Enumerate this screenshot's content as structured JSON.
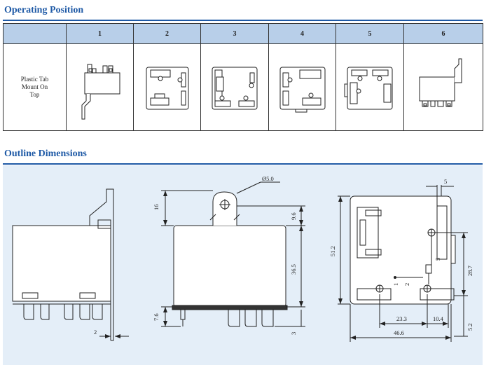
{
  "operating_position": {
    "title": "Operating Position",
    "columns": [
      "",
      "1",
      "2",
      "3",
      "4",
      "5",
      "6"
    ],
    "row_label": [
      "Plastic Tab",
      "Mount On",
      "Top"
    ]
  },
  "outline_dimensions": {
    "title": "Outline Dimensions",
    "labels": {
      "hole": "Ø5.0",
      "d16": "16",
      "d9_6": "9.6",
      "d36_5": "36.5",
      "d7_6": "7.6",
      "d3": "3",
      "d2": "2",
      "d5_top": "5",
      "d51_2": "51.2",
      "d5_side": "5",
      "d28_7": "28.7",
      "d23_3": "23.3",
      "d10_4": "10.4",
      "d46_6": "46.6",
      "d5_2": "5.2",
      "pin1": "1",
      "pin2": "2"
    }
  },
  "colors": {
    "accent": "#1f5aa6",
    "header_fill": "#b8cfe9",
    "panel_fill": "#e4eef8"
  }
}
